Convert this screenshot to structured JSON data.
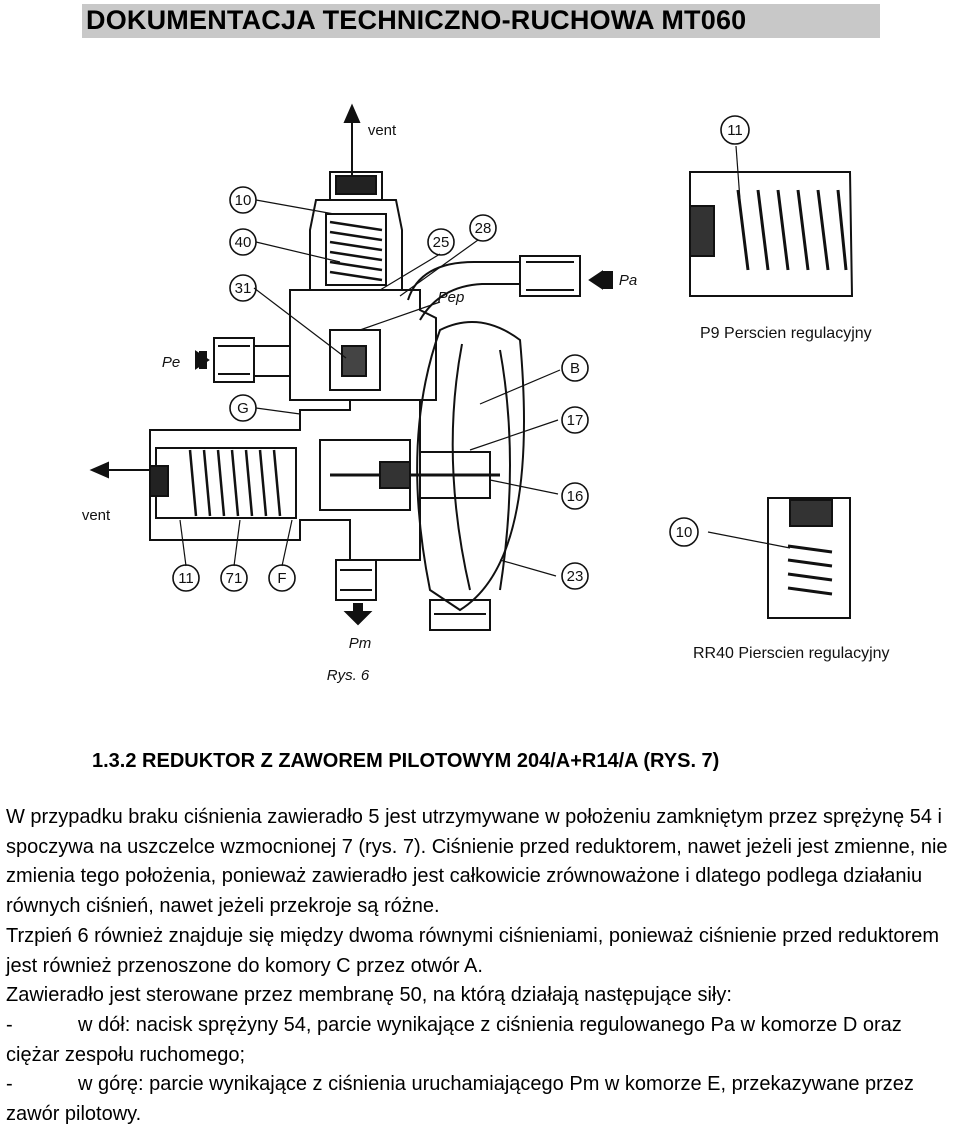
{
  "header": {
    "title": "DOKUMENTACJA TECHNICZNO-RUCHOWA MT060"
  },
  "figure": {
    "caption": "Rys. 6",
    "labels": {
      "vent_top": "vent",
      "vent_left": "vent",
      "n10": "10",
      "n40": "40",
      "n31": "31",
      "n25": "25",
      "n28": "28",
      "pep": "Pep",
      "pe": "Pe",
      "g": "G",
      "b": "B",
      "n17": "17",
      "n16": "16",
      "n11": "11",
      "n71": "71",
      "f": "F",
      "n23": "23",
      "pm": "Pm",
      "pa": "Pa"
    },
    "inset_top": {
      "number": "11",
      "caption": "P9 Perscien regulacyjny"
    },
    "inset_bottom": {
      "number": "10",
      "caption": "RR40 Pierscien regulacyjny"
    }
  },
  "section": {
    "heading": "1.3.2  REDUKTOR Z ZAWOREM PILOTOWYM 204/A+R14/A (RYS. 7)"
  },
  "text": {
    "p1": "W przypadku braku ciśnienia zawieradło 5 jest utrzymywane w położeniu zamkniętym przez sprężynę 54 i spoczywa na uszczelce wzmocnionej 7 (rys. 7). Ciśnienie przed reduktorem, nawet jeżeli jest zmienne, nie zmienia tego położenia, ponieważ zawieradło jest całkowicie zrównoważone i dlatego podlega działaniu równych ciśnień, nawet jeżeli przekroje są różne.",
    "p2": "Trzpień 6 również znajduje się między dwoma równymi ciśnieniami, ponieważ ciśnienie przed reduktorem jest również przenoszone do komory C przez otwór A.",
    "p3": "Zawieradło jest sterowane przez membranę 50, na którą działają następujące siły:",
    "b1_dash": "-",
    "b1": "w dół: nacisk sprężyny 54, parcie wynikające z ciśnienia regulowanego Pa w komorze D oraz ciężar zespołu ruchomego;",
    "b2_dash": "-",
    "b2": "w górę: parcie wynikające z ciśnienia uruchamiającego Pm w komorze E, przekazywane przez zawór pilotowy."
  }
}
